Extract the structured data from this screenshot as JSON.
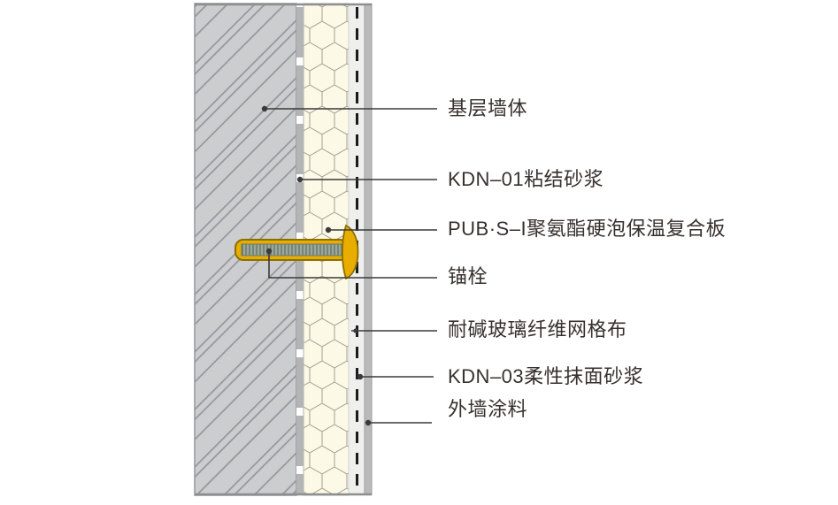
{
  "diagram": {
    "type": "wall-insulation-system-section",
    "labels": [
      {
        "id": "base-wall",
        "text": "基层墙体"
      },
      {
        "id": "adhesive-mortar",
        "text": "KDN–01粘结砂浆"
      },
      {
        "id": "insulation-board",
        "text": "PUB·S–I聚氨酯硬泡保温复合板"
      },
      {
        "id": "anchor-bolt",
        "text": "锚栓"
      },
      {
        "id": "fiberglass-mesh",
        "text": "耐碱玻璃纤维网格布"
      },
      {
        "id": "finish-mortar",
        "text": "KDN–03柔性抹面砂浆"
      },
      {
        "id": "exterior-paint",
        "text": "外墙涂料"
      }
    ],
    "colors": {
      "concrete_fill": "#cbcdcf",
      "hatch_line": "#94969a",
      "adhesive_fill": "#b3b4b6",
      "insulation_fill": "#fcf9e7",
      "hex_line": "#a59f93",
      "mortar_fill": "#efefed",
      "mesh_dash": "#1b1b1b",
      "paint_fill": "#b9babc",
      "anchor_yellow": "#e9ad00",
      "anchor_outline": "#8a6f00",
      "rod_fill": "#9aa99b",
      "leader_line": "#3a3a3a",
      "label_text": "#37312e"
    }
  }
}
